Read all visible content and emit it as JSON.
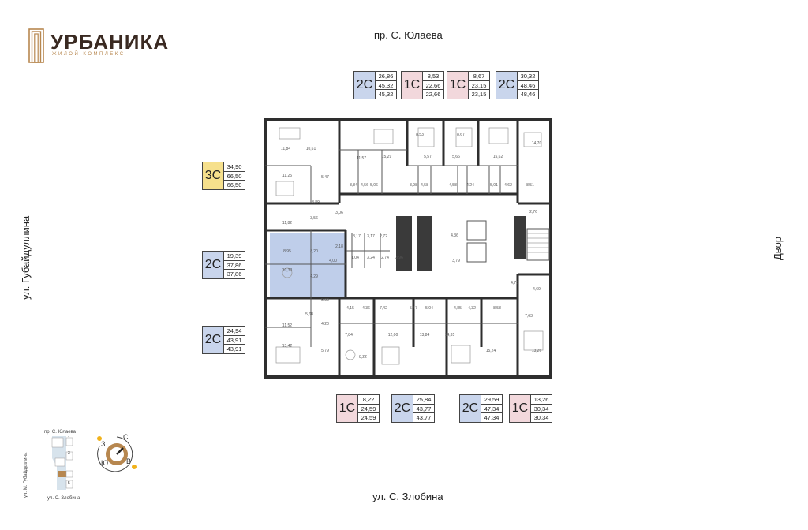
{
  "brand": {
    "name": "УРБАНИКА",
    "subtitle": "ЖИЛОЙ КОМПЛЕКС",
    "colors": {
      "primary": "#3a2a22",
      "accent": "#b7874f"
    }
  },
  "streets": {
    "top": "пр. С. Юлаева",
    "bottom": "ул. С. Злобина",
    "left": "ул. Губайдуллина",
    "right": "Двор"
  },
  "type_colors": {
    "1C": "#f2d8dc",
    "2C": "#c9d5ec",
    "3C": "#f6e08c"
  },
  "badges": [
    {
      "type": "2С",
      "code": "2C",
      "v1": "26,86",
      "v2": "45,32",
      "v3": "45,32"
    },
    {
      "type": "1С",
      "code": "1C",
      "v1": "8,53",
      "v2": "22,66",
      "v3": "22,66"
    },
    {
      "type": "1С",
      "code": "1C",
      "v1": "8,67",
      "v2": "23,15",
      "v3": "23,15"
    },
    {
      "type": "2С",
      "code": "2C",
      "v1": "30,32",
      "v2": "48,46",
      "v3": "48,46"
    },
    {
      "type": "3С",
      "code": "3C",
      "v1": "34,90",
      "v2": "66,50",
      "v3": "66,50"
    },
    {
      "type": "2С",
      "code": "2C",
      "v1": "19,39",
      "v2": "37,86",
      "v3": "37,86"
    },
    {
      "type": "2С",
      "code": "2C",
      "v1": "24,94",
      "v2": "43,91",
      "v3": "43,91"
    },
    {
      "type": "1С",
      "code": "1C",
      "v1": "8,22",
      "v2": "24,59",
      "v3": "24,59"
    },
    {
      "type": "2С",
      "code": "2C",
      "v1": "25,84",
      "v2": "43,77",
      "v3": "43,77"
    },
    {
      "type": "2С",
      "code": "2C",
      "v1": "29,59",
      "v2": "47,34",
      "v3": "47,34"
    },
    {
      "type": "1С",
      "code": "1C",
      "v1": "13,26",
      "v2": "30,34",
      "v3": "30,34"
    }
  ],
  "room_areas": [
    "11,84",
    "10,61",
    "11,57",
    "15,29",
    "8,53",
    "8,67",
    "15,62",
    "14,70",
    "11,25",
    "5,47",
    "8,84",
    "4,56",
    "5,06",
    "5,57",
    "5,66",
    "5,01",
    "4,62",
    "8,51",
    "3,98",
    "4,58",
    "4,58",
    "4,24",
    "8,89",
    "3,06",
    "2,76",
    "11,82",
    "3,56",
    "3,17",
    "3,17",
    "2,72",
    "4,36",
    "1,04",
    "3,24",
    "2,74",
    "3,96",
    "3,79",
    "8,95",
    "8,20",
    "2,18",
    "4,00",
    "10,33",
    "4,29",
    "4,76",
    "4,69",
    "5,90",
    "4,15",
    "4,36",
    "7,42",
    "5,47",
    "5,04",
    "4,85",
    "4,32",
    "8,58",
    "7,63",
    "11,52",
    "5,68",
    "4,20",
    "7,84",
    "12,00",
    "13,84",
    "14,35",
    "15,24",
    "13,26",
    "5,79",
    "13,42",
    "8,22"
  ],
  "minimap": {
    "street_top": "пр. С. Юлаева",
    "street_left": "ул. М. Губайдуллина",
    "street_bottom": "ул. С. Злобина",
    "sections": [
      "1",
      "3",
      "5"
    ]
  },
  "compass": {
    "n": "С",
    "e": "В",
    "s": "Ю",
    "w": "З"
  }
}
